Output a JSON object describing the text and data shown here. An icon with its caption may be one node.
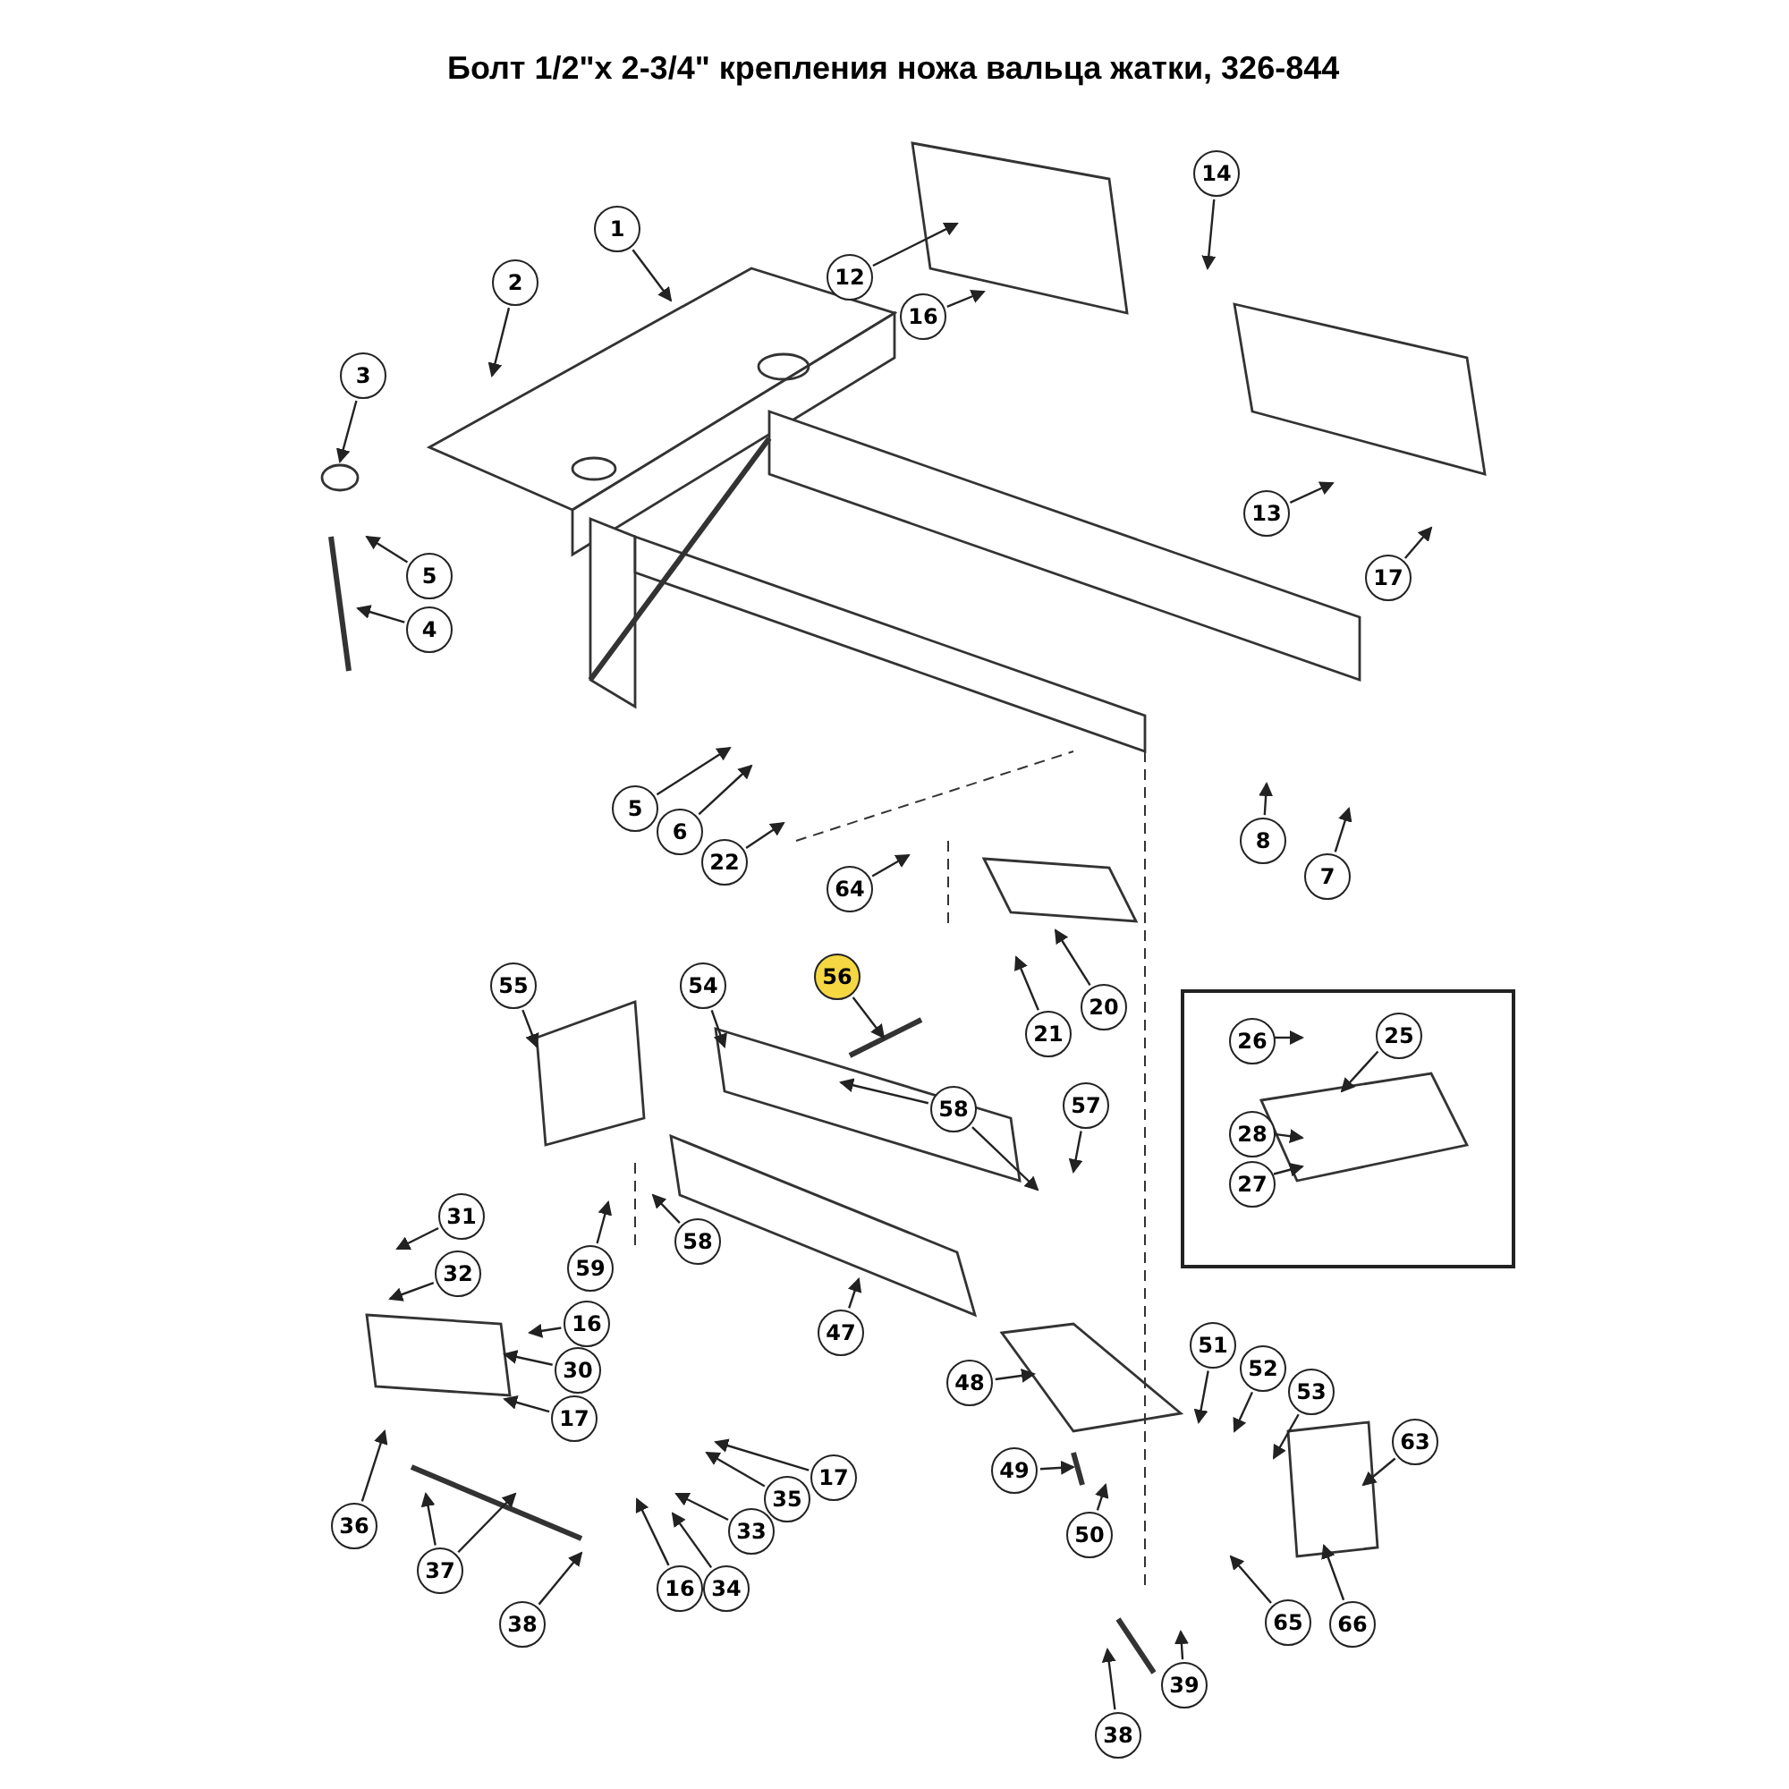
{
  "diagram": {
    "title": "Болт 1/2\"x 2-3/4\" крепления ножа вальца жатки, 326-844",
    "nodes": [
      {
        "text": [
          "1"
        ]
      },
      {
        "text": [
          "2"
        ]
      },
      {
        "text": [
          "3"
        ]
      },
      {
        "text": [
          "5"
        ]
      },
      {
        "text": [
          "4"
        ]
      },
      {
        "text": [
          "12"
        ]
      },
      {
        "text": [
          "16"
        ]
      },
      {
        "text": [
          "14"
        ]
      },
      {
        "text": [
          "13"
        ]
      },
      {
        "text": [
          "17"
        ]
      },
      {
        "text": [
          "5"
        ]
      },
      {
        "text": [
          "6"
        ]
      },
      {
        "text": [
          "22"
        ]
      },
      {
        "text": [
          "64"
        ]
      },
      {
        "text": [
          "8"
        ]
      },
      {
        "text": [
          "7"
        ]
      },
      {
        "text": [
          "20"
        ]
      },
      {
        "text": [
          "21"
        ]
      },
      {
        "text": [
          "55"
        ]
      },
      {
        "text": [
          "54"
        ]
      },
      {
        "text": [
          "56"
        ]
      },
      {
        "text": [
          "58"
        ]
      },
      {
        "text": [
          "57"
        ]
      },
      {
        "text": [
          "31"
        ]
      },
      {
        "text": [
          "32"
        ]
      },
      {
        "text": [
          "16"
        ]
      },
      {
        "text": [
          "30"
        ]
      },
      {
        "text": [
          "17"
        ]
      },
      {
        "text": [
          "59"
        ]
      },
      {
        "text": [
          "58"
        ]
      },
      {
        "text": [
          "47"
        ]
      },
      {
        "text": [
          "48"
        ]
      },
      {
        "text": [
          "51"
        ]
      },
      {
        "text": [
          "52"
        ]
      },
      {
        "text": [
          "53"
        ]
      },
      {
        "text": [
          "63"
        ]
      },
      {
        "text": [
          "49"
        ]
      },
      {
        "text": [
          "50"
        ]
      },
      {
        "text": [
          "36"
        ]
      },
      {
        "text": [
          "37"
        ]
      },
      {
        "text": [
          "38"
        ]
      },
      {
        "text": [
          "16"
        ]
      },
      {
        "text": [
          "34"
        ]
      },
      {
        "text": [
          "33"
        ]
      },
      {
        "text": [
          "35"
        ]
      },
      {
        "text": [
          "17"
        ]
      },
      {
        "text": [
          "65"
        ]
      },
      {
        "text": [
          "66"
        ]
      },
      {
        "text": [
          "39"
        ]
      },
      {
        "text": [
          "38"
        ]
      },
      {
        "text": [],
        "shape": "box"
      },
      {
        "text": [
          "26"
        ],
        "in": 50
      },
      {
        "text": [
          "25"
        ],
        "in": 50
      },
      {
        "text": [
          "28"
        ],
        "in": 50
      },
      {
        "text": [
          "27"
        ],
        "in": 50
      }
    ],
    "edges": [
      {
        "from": 0,
        "to": null,
        "arrow": "to"
      },
      {
        "from": 1,
        "to": null,
        "arrow": "to"
      },
      {
        "from": 2,
        "to": null,
        "arrow": "to"
      },
      {
        "from": 3,
        "to": null,
        "arrow": "to"
      },
      {
        "from": 4,
        "to": null,
        "arrow": "to"
      },
      {
        "from": 5,
        "to": null,
        "arrow": "to"
      },
      {
        "from": 6,
        "to": null,
        "arrow": "to"
      },
      {
        "from": 7,
        "to": null,
        "arrow": "to"
      },
      {
        "from": 8,
        "to": null,
        "arrow": "to"
      },
      {
        "from": 9,
        "to": null,
        "arrow": "to"
      },
      {
        "from": 10,
        "to": null,
        "arrow": "to"
      },
      {
        "from": 11,
        "to": null,
        "arrow": "to"
      },
      {
        "from": 12,
        "to": null,
        "arrow": "to"
      },
      {
        "from": 13,
        "to": null,
        "arrow": "to"
      },
      {
        "from": 14,
        "to": null,
        "arrow": "to"
      },
      {
        "from": 15,
        "to": null,
        "arrow": "to"
      },
      {
        "from": 16,
        "to": null,
        "arrow": "to"
      },
      {
        "from": 17,
        "to": null,
        "arrow": "to"
      },
      {
        "from": 18,
        "to": null,
        "arrow": "to"
      },
      {
        "from": 19,
        "to": null,
        "arrow": "to"
      },
      {
        "from": 20,
        "to": null,
        "arrow": "to"
      },
      {
        "from": 21,
        "to": null,
        "arrow": "to"
      },
      {
        "from": 21,
        "to": null,
        "arrow": "to"
      },
      {
        "from": 22,
        "to": null,
        "arrow": "to"
      },
      {
        "from": 23,
        "to": null,
        "arrow": "to"
      },
      {
        "from": 24,
        "to": null,
        "arrow": "to"
      },
      {
        "from": 25,
        "to": null,
        "arrow": "to"
      },
      {
        "from": 26,
        "to": null,
        "arrow": "to"
      },
      {
        "from": 27,
        "to": null,
        "arrow": "to"
      },
      {
        "from": 28,
        "to": null,
        "arrow": "to"
      },
      {
        "from": 29,
        "to": null,
        "arrow": "to"
      },
      {
        "from": 30,
        "to": null,
        "arrow": "to"
      },
      {
        "from": 31,
        "to": null,
        "arrow": "to"
      },
      {
        "from": 32,
        "to": null,
        "arrow": "to"
      },
      {
        "from": 33,
        "to": null,
        "arrow": "to"
      },
      {
        "from": 34,
        "to": null,
        "arrow": "to"
      },
      {
        "from": 35,
        "to": null,
        "arrow": "to"
      },
      {
        "from": 36,
        "to": null,
        "arrow": "to"
      },
      {
        "from": 37,
        "to": null,
        "arrow": "to"
      },
      {
        "from": 38,
        "to": null,
        "arrow": "to"
      },
      {
        "from": 39,
        "to": null,
        "arrow": "to"
      },
      {
        "from": 39,
        "to": null,
        "arrow": "to"
      },
      {
        "from": 40,
        "to": null,
        "arrow": "to"
      },
      {
        "from": 41,
        "to": null,
        "arrow": "to"
      },
      {
        "from": 42,
        "to": null,
        "arrow": "to"
      },
      {
        "from": 43,
        "to": null,
        "arrow": "to"
      },
      {
        "from": 44,
        "to": null,
        "arrow": "to"
      },
      {
        "from": 45,
        "to": null,
        "arrow": "to"
      },
      {
        "from": 46,
        "to": null,
        "arrow": "to"
      },
      {
        "from": 47,
        "to": null,
        "arrow": "to"
      },
      {
        "from": 48,
        "to": null,
        "arrow": "to"
      },
      {
        "from": 49,
        "to": null,
        "arrow": "to"
      },
      {
        "from": 51,
        "to": null,
        "arrow": "to"
      },
      {
        "from": 52,
        "to": null,
        "arrow": "to"
      },
      {
        "from": 53,
        "to": null,
        "arrow": "to"
      },
      {
        "from": 54,
        "to": null,
        "arrow": "to"
      }
    ]
  }
}
